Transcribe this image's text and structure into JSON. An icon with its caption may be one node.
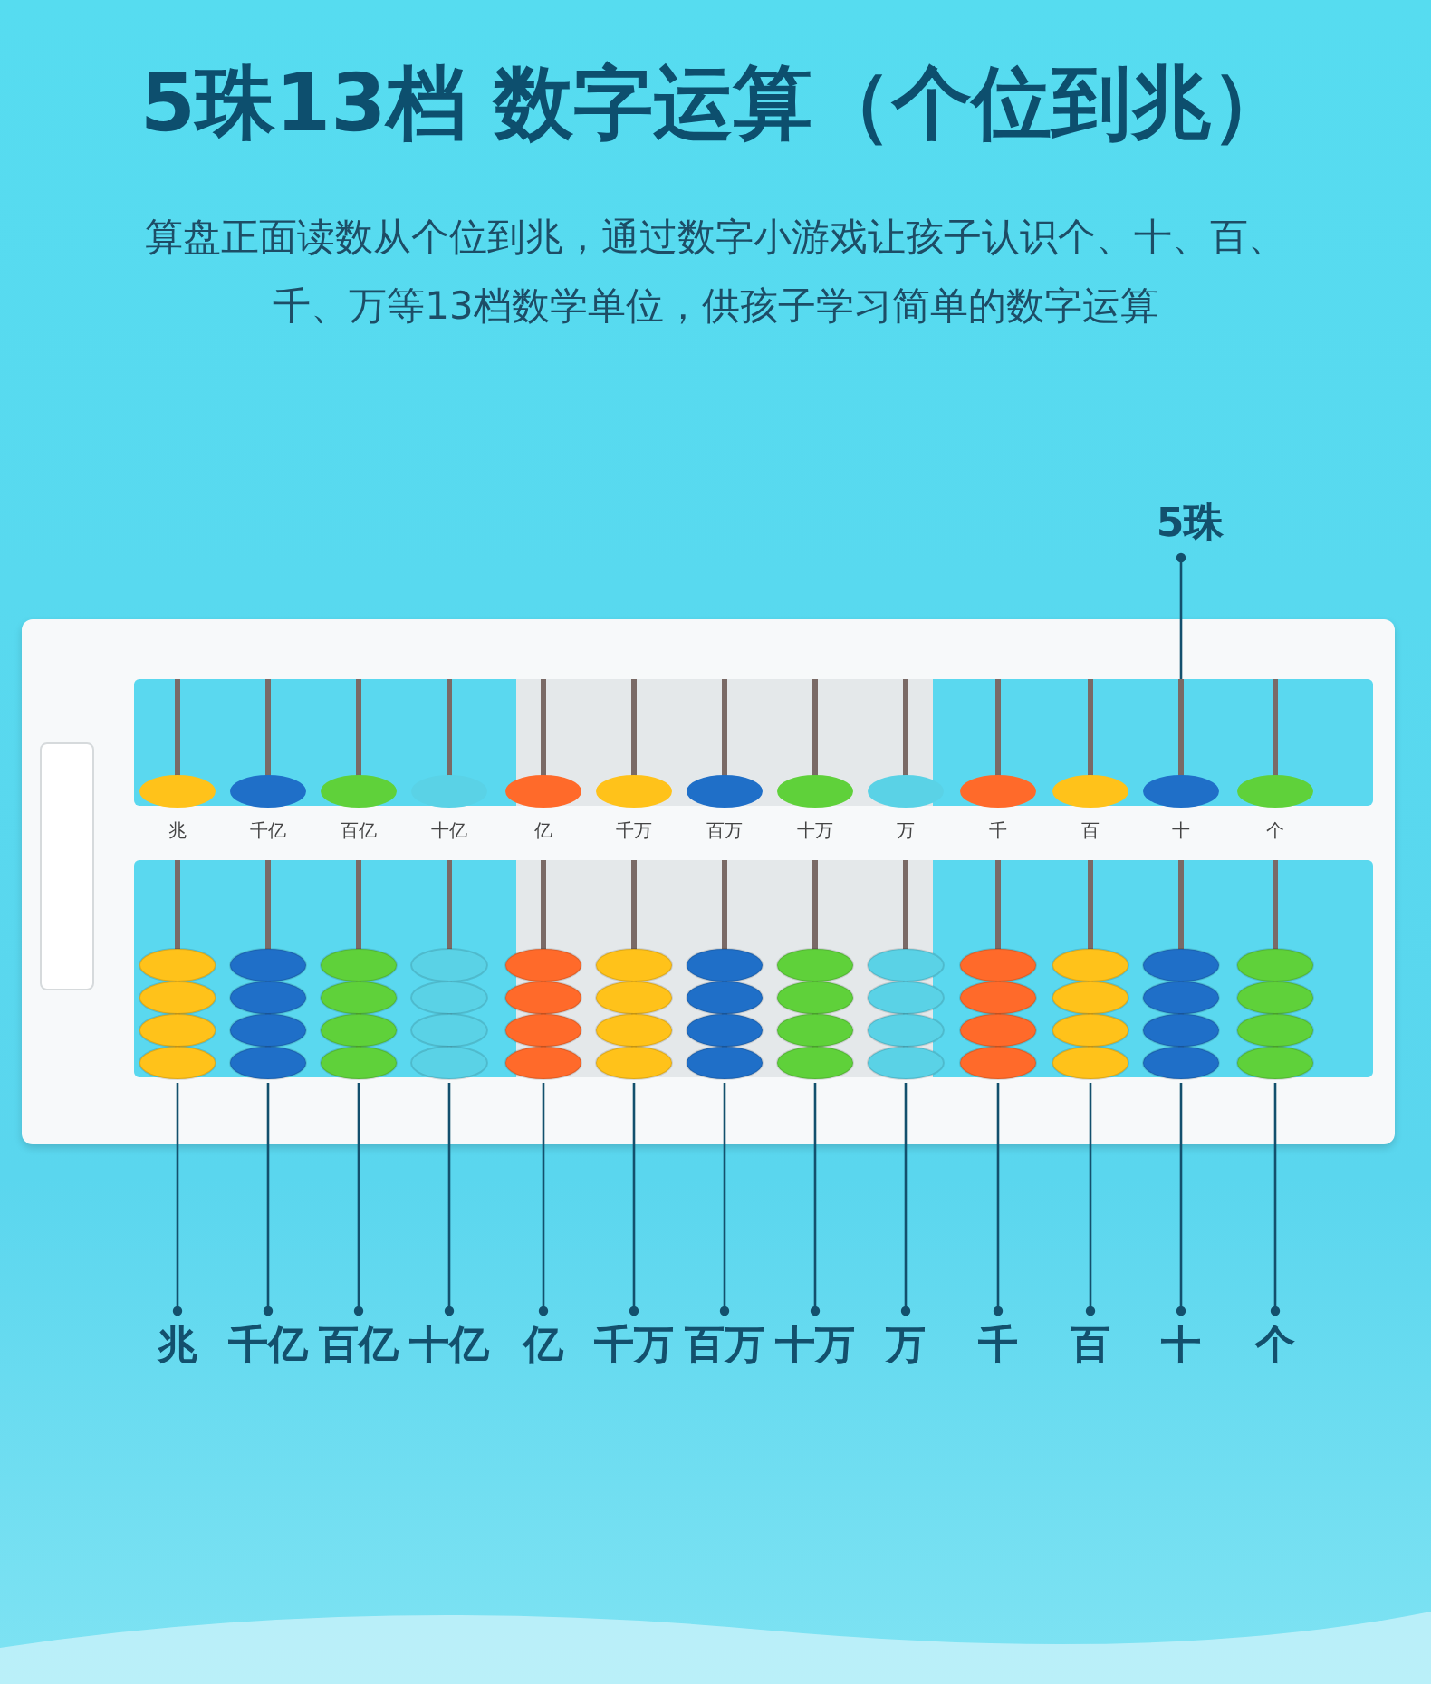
{
  "diagram": {
    "title": "5珠13档 数字运算（个位到兆）",
    "nodes": [
      {
        "text": [
          "5珠"
        ]
      },
      {
        "text": [],
        "shape": "bar"
      },
      {
        "text": [],
        "shape": "bar"
      },
      {
        "text": [],
        "shape": "bar"
      },
      {
        "text": [],
        "shape": "bar"
      },
      {
        "text": [],
        "shape": "bar"
      },
      {
        "text": [],
        "shape": "bar"
      },
      {
        "text": [],
        "shape": "bar"
      },
      {
        "text": [],
        "shape": "bar"
      },
      {
        "text": [],
        "shape": "bar"
      },
      {
        "text": [],
        "shape": "bar"
      },
      {
        "text": [],
        "shape": "bar"
      },
      {
        "text": [],
        "shape": "bar"
      },
      {
        "text": [],
        "shape": "bar"
      },
      {
        "text": [
          "兆"
        ]
      },
      {
        "text": [
          "千亿"
        ]
      },
      {
        "text": [
          "百亿"
        ]
      },
      {
        "text": [
          "十亿"
        ]
      },
      {
        "text": [
          "亿"
        ]
      },
      {
        "text": [
          "千万"
        ]
      },
      {
        "text": [
          "百万"
        ]
      },
      {
        "text": [
          "十万"
        ]
      },
      {
        "text": [
          "万"
        ]
      },
      {
        "text": [
          "千"
        ]
      },
      {
        "text": [
          "百"
        ]
      },
      {
        "text": [
          "十"
        ]
      },
      {
        "text": [
          "个"
        ]
      }
    ],
    "edges": [
      {
        "from": 0,
        "to": 12,
        "arrow": "other"
      },
      {
        "from": 14,
        "to": 1,
        "arrow": "other"
      },
      {
        "from": 15,
        "to": 2,
        "arrow": "other"
      },
      {
        "from": 16,
        "to": 3,
        "arrow": "other"
      },
      {
        "from": 17,
        "to": 4,
        "arrow": "other"
      },
      {
        "from": 18,
        "to": 5,
        "arrow": "other"
      },
      {
        "from": 19,
        "to": 6,
        "arrow": "other"
      },
      {
        "from": 20,
        "to": 7,
        "arrow": "other"
      },
      {
        "from": 21,
        "to": 8,
        "arrow": "other"
      },
      {
        "from": 22,
        "to": 9,
        "arrow": "other"
      },
      {
        "from": 23,
        "to": 10,
        "arrow": "other"
      },
      {
        "from": 24,
        "to": 11,
        "arrow": "other"
      },
      {
        "from": 25,
        "to": 12,
        "arrow": "other"
      },
      {
        "from": 26,
        "to": 13,
        "arrow": "other"
      }
    ],
    "labels": [
      "算盘正面读数从个位到兆，通过数字小游戏让孩子认识个、十、百、千、万等13档数学单位，供孩子学习简单的数字运算",
      "兆",
      "千亿",
      "百亿",
      "十亿",
      "亿",
      "千万",
      "百万",
      "十万",
      "万",
      "千",
      "百",
      "十",
      "个"
    ]
  }
}
